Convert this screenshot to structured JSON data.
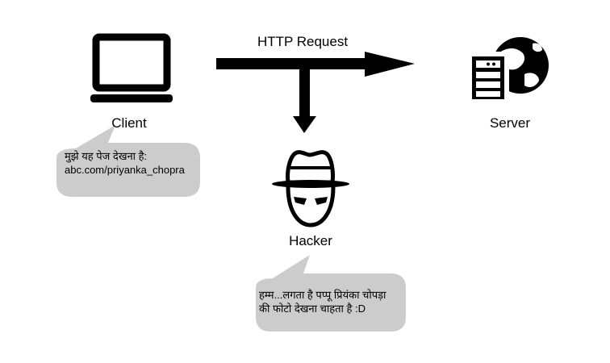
{
  "arrow": {
    "label": "HTTP Request"
  },
  "client": {
    "label": "Client",
    "bubble_line1": "मुझे यह पेज देखना है:",
    "bubble_line2": "abc.com/priyanka_chopra"
  },
  "server": {
    "label": "Server"
  },
  "hacker": {
    "label": "Hacker",
    "bubble_line1": "हम्म...लगता है पप्पू प्रियंका चोपड़ा",
    "bubble_line2": "की फोटो देखना चाहता है :D"
  },
  "colors": {
    "ink": "#000000",
    "bubble": "#cccccc",
    "background": "#ffffff"
  },
  "icons": {
    "client": "laptop-icon",
    "server": "server-globe-icon",
    "hacker": "spy-hat-icon"
  }
}
